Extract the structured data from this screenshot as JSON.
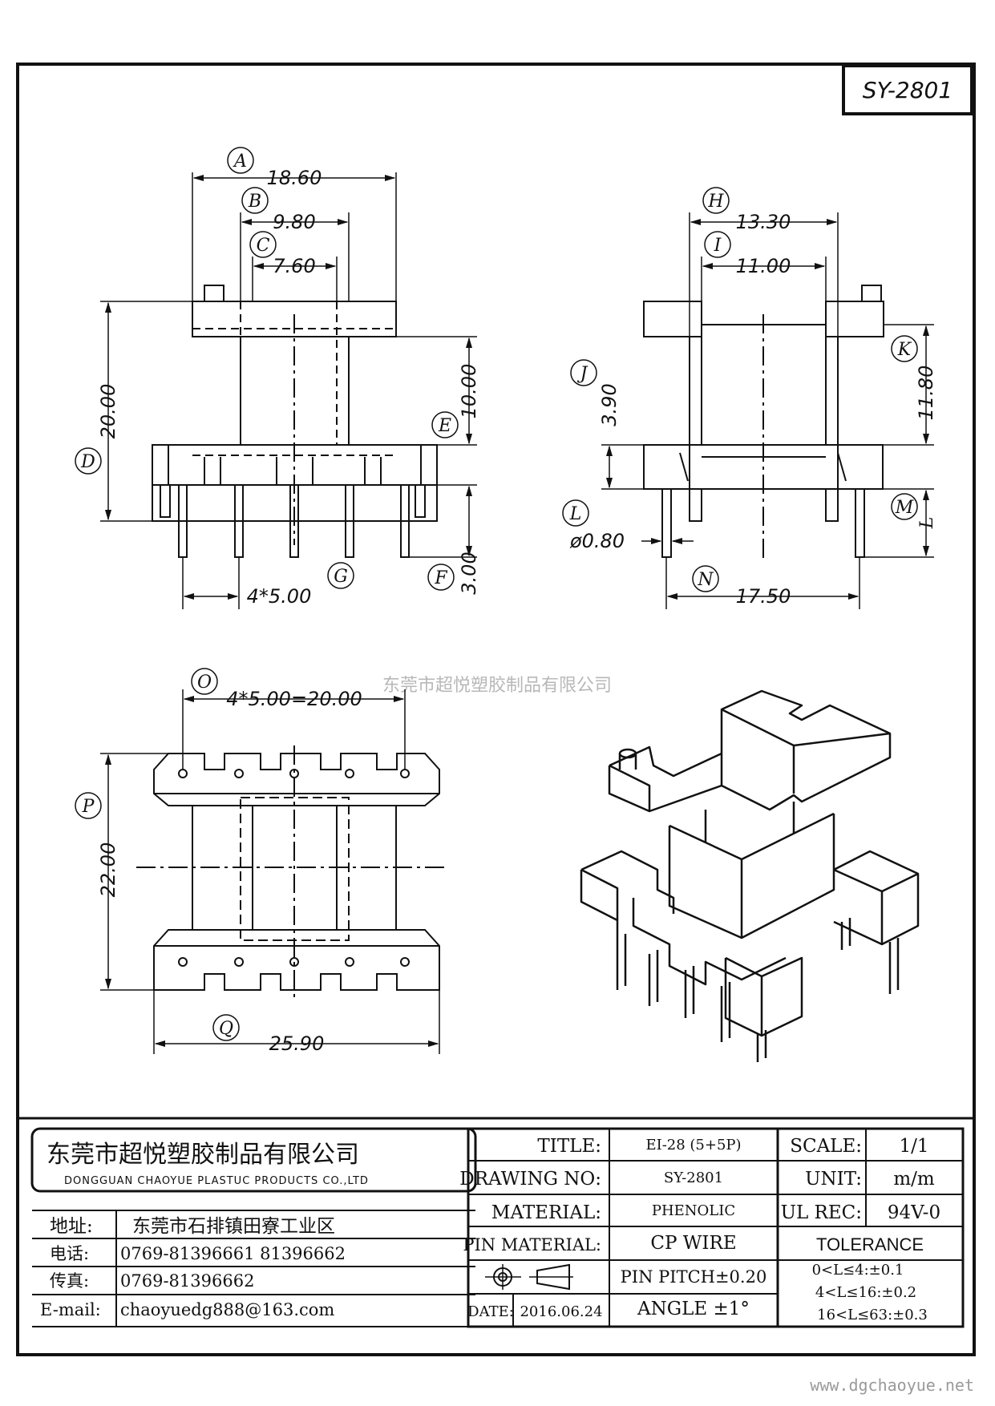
{
  "part_code": "SY-2801",
  "watermark": "东莞市超悦塑胶制品有限公司",
  "website": "www.dgchaoyue.net",
  "dimensions": {
    "A": "18.60",
    "B": "9.80",
    "C": "7.60",
    "D": "20.00",
    "E": "10.00",
    "F": "3.00",
    "G": "4*5.00",
    "H": "13.30",
    "I": "11.00",
    "J": "3.90",
    "K": "11.80",
    "L_label": "L",
    "L": "ø0.80",
    "N": "17.50",
    "O": "4*5.00=20.00",
    "P": "22.00",
    "Q": "25.90"
  },
  "labels": [
    "A",
    "B",
    "C",
    "D",
    "E",
    "F",
    "G",
    "H",
    "I",
    "J",
    "K",
    "L",
    "M",
    "N",
    "O",
    "P",
    "Q"
  ],
  "company": {
    "name_cn": "东莞市超悦塑胶制品有限公司",
    "name_en": "DONGGUAN CHAOYUE PLASTUC PRODUCTS CO.,LTD",
    "address_label": "地址:",
    "address": "东莞市石排镇田寮工业区",
    "phone_label": "电话:",
    "phone": "0769-81396661   81396662",
    "fax_label": "传真:",
    "fax": "0769-81396662",
    "email_label": "E-mail:",
    "email": "chaoyuedg888@163.com"
  },
  "title_block": {
    "title_label": "TITLE:",
    "title": "EI-28 (5+5P)",
    "drawing_no_label": "DRAWING NO:",
    "drawing_no": "SY-2801",
    "material_label": "MATERIAL:",
    "material": "PHENOLIC",
    "pin_material_label": "PIN MATERIAL:",
    "pin_material": "CP  WIRE",
    "pin_pitch": "PIN PITCH±0.20",
    "angle": "ANGLE  ±1°",
    "date_label": "DATE:",
    "date": "2016.06.24",
    "scale_label": "SCALE:",
    "scale": "1/1",
    "unit_label": "UNIT:",
    "unit": "m/m",
    "ul_label": "UL REC:",
    "ul": "94V-0",
    "tolerance_label": "TOLERANCE",
    "tolerances": [
      "0<L≤4:±0.1",
      "4<L≤16:±0.2",
      "16<L≤63:±0.3"
    ]
  }
}
